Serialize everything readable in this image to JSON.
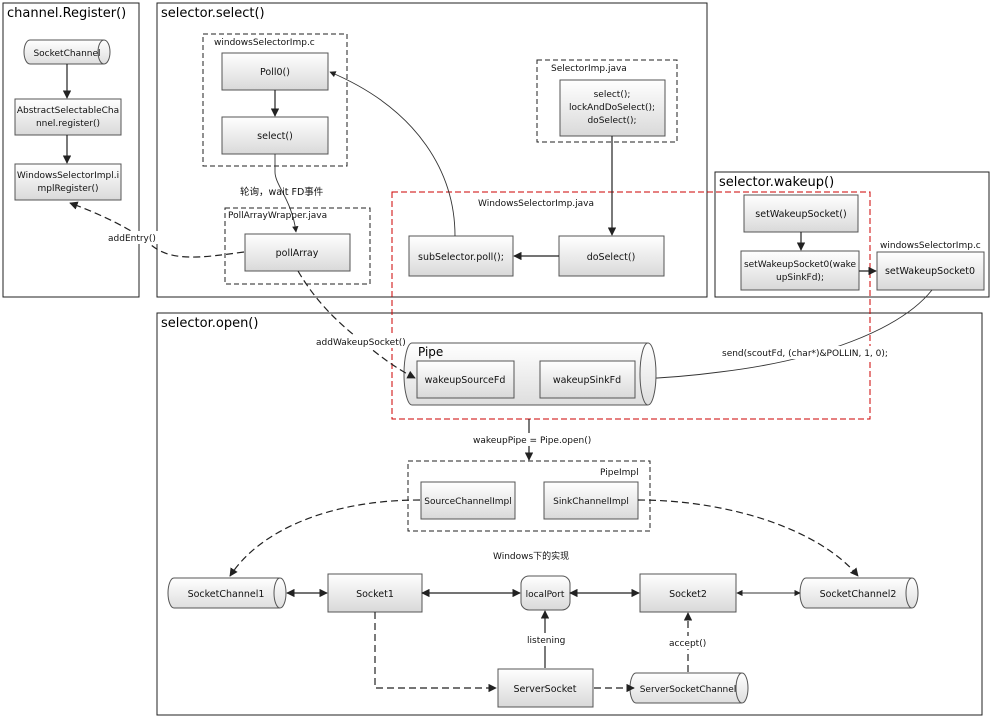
{
  "sections": {
    "register": "channel.Register()",
    "select": "selector.select()",
    "wakeup": "selector.wakeup()",
    "open": "selector.open()"
  },
  "groups": {
    "windows_selector_imp_c": "windowsSelectorImp.c",
    "selector_imp_java": "SelectorImp.java",
    "windows_selector_imp_java": "WindowsSelectorImp.java",
    "poll_array_wrapper_java": "PollArrayWrapper.java",
    "windows_selector_imp_c2": "windowsSelectorImp.c",
    "pipe_impl": "PipeImpl",
    "pipe": "Pipe"
  },
  "nodes": {
    "socket_channel": "SocketChannel",
    "abstract_register": [
      "AbstractSelectableCha",
      "nnel.register()"
    ],
    "windows_impl_register": [
      "WindowsSelectorImpl.i",
      "mplRegister()"
    ],
    "poll0": "Poll0()",
    "select_c": "select()",
    "selector_imp_calls": [
      "select();",
      "lockAndDoSelect();",
      "doSelect();"
    ],
    "do_select": "doSelect()",
    "sub_selector_poll": "subSelector.poll();",
    "poll_array": "pollArray",
    "set_wakeup_socket": "setWakeupSocket()",
    "set_wakeup_socket0_call": [
      "setWakeupSocket0(wake",
      "upSinkFd);"
    ],
    "set_wakeup_socket0": "setWakeupSocket0",
    "wakeup_source_fd": "wakeupSourceFd",
    "wakeup_sink_fd": "wakeupSinkFd",
    "source_channel_impl": "SourceChannelImpl",
    "sink_channel_impl": "SinkChannelImpl",
    "socket_channel1": "SocketChannel1",
    "socket1": "Socket1",
    "local_port": "localPort",
    "socket2": "Socket2",
    "socket_channel2": "SocketChannel2",
    "server_socket": "ServerSocket",
    "server_socket_channel": "ServerSocketChannel"
  },
  "labels": {
    "poll_wait": "轮询，wait FD事件",
    "add_entry": "addEntry()",
    "add_wakeup_socket": "addWakeupSocket()",
    "send_call": "send(scoutFd, (char*)&POLLIN, 1, 0);",
    "wakeup_pipe_open": "wakeupPipe = Pipe.open()",
    "windows_impl": "Windows下的实现",
    "listening": "listening",
    "accept": "accept()"
  },
  "colors": {
    "box_fill": "#ffffff",
    "box_fill_bottom": "#dcdcdc",
    "highlight_border": "#cc0000",
    "line": "#222222"
  }
}
